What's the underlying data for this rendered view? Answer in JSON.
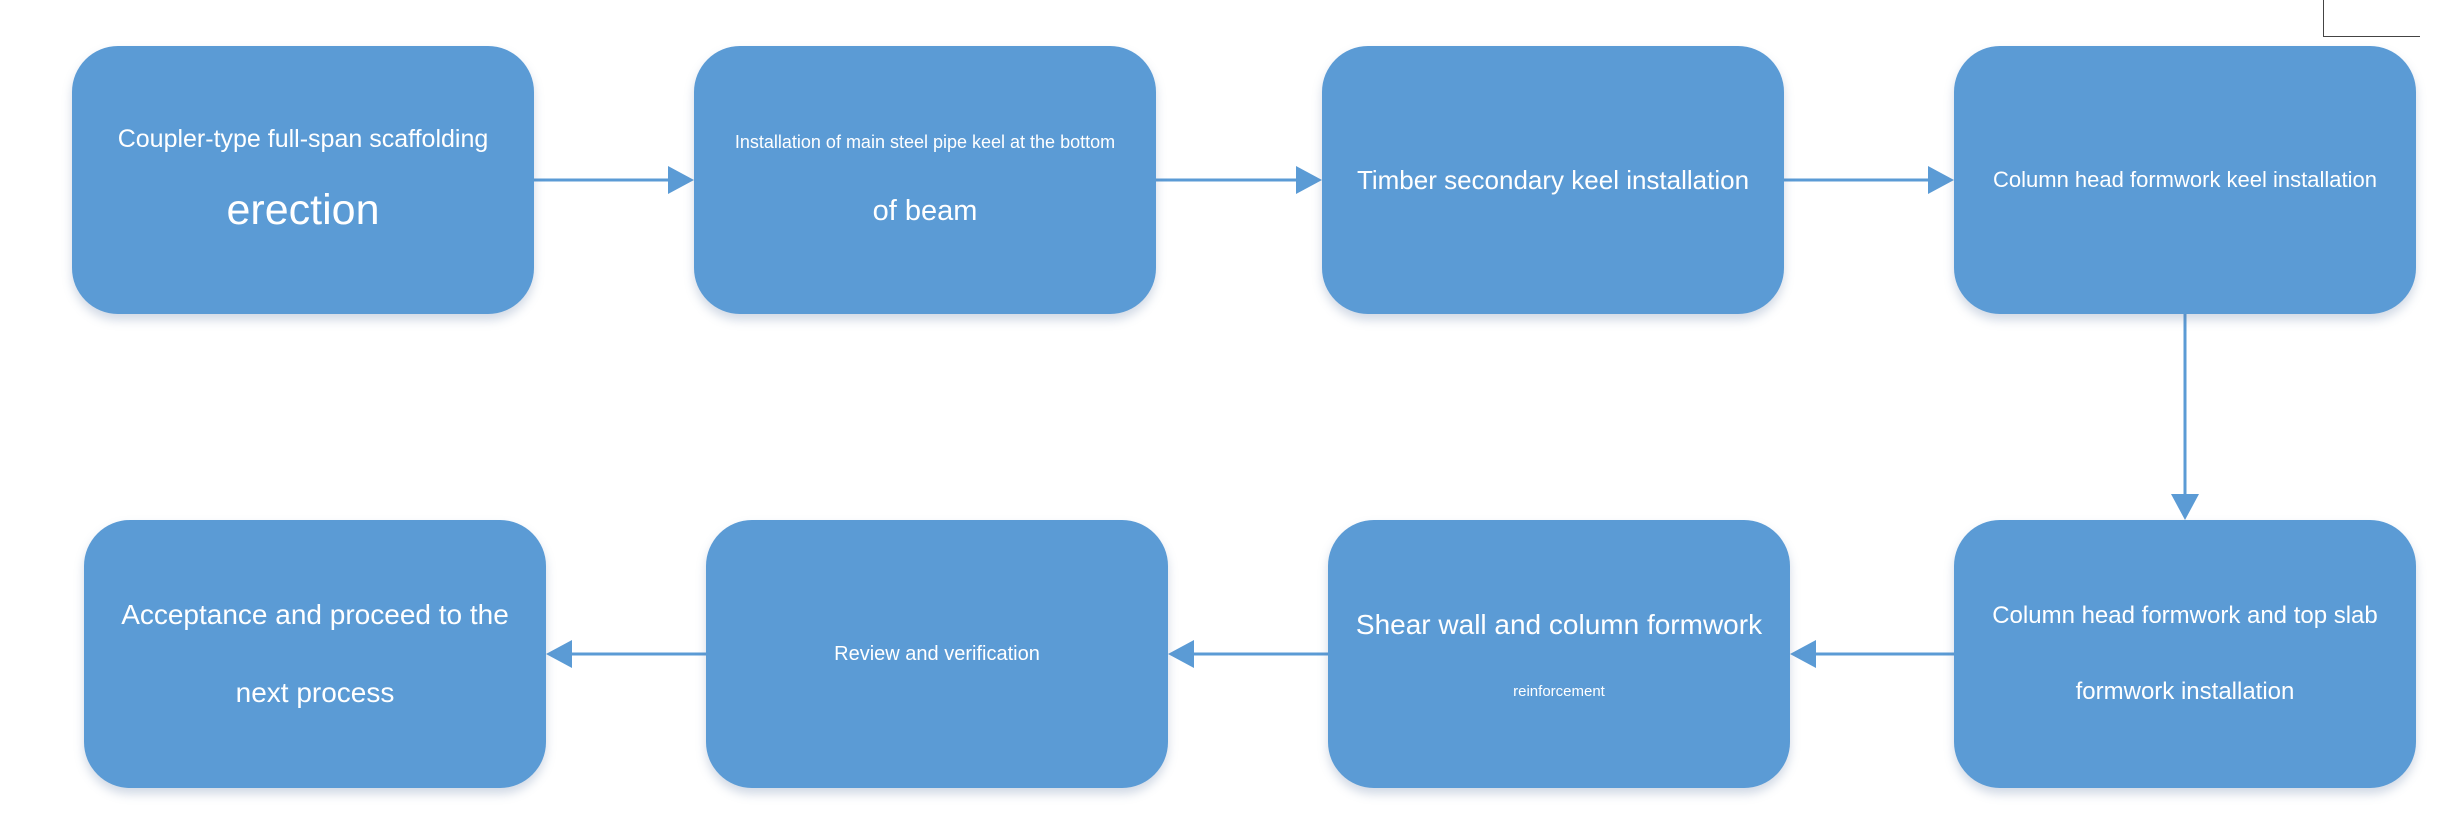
{
  "diagram": {
    "title": "",
    "accent_color": "#5b9bd5",
    "arrow_color": "#5b9bd5",
    "steps": [
      {
        "id": "s1",
        "lines": [
          "Coupler-type full-span scaffolding",
          "erection"
        ]
      },
      {
        "id": "s2",
        "lines": [
          "Installation of main steel pipe keel at the bottom",
          "of beam"
        ]
      },
      {
        "id": "s3",
        "lines": [
          "Timber secondary keel installation"
        ]
      },
      {
        "id": "s4",
        "lines": [
          "Column head formwork keel installation"
        ]
      },
      {
        "id": "s5",
        "lines": [
          "Column head formwork and top slab",
          "formwork installation"
        ]
      },
      {
        "id": "s6",
        "lines": [
          "Shear wall and column formwork",
          "reinforcement"
        ]
      },
      {
        "id": "s7",
        "lines": [
          "Review and verification"
        ]
      },
      {
        "id": "s8",
        "lines": [
          "Acceptance and proceed to the",
          "next process"
        ]
      }
    ],
    "flow": [
      {
        "from": "s1",
        "to": "s2"
      },
      {
        "from": "s2",
        "to": "s3"
      },
      {
        "from": "s3",
        "to": "s4"
      },
      {
        "from": "s4",
        "to": "s5"
      },
      {
        "from": "s5",
        "to": "s6"
      },
      {
        "from": "s6",
        "to": "s7"
      },
      {
        "from": "s7",
        "to": "s8"
      }
    ]
  }
}
